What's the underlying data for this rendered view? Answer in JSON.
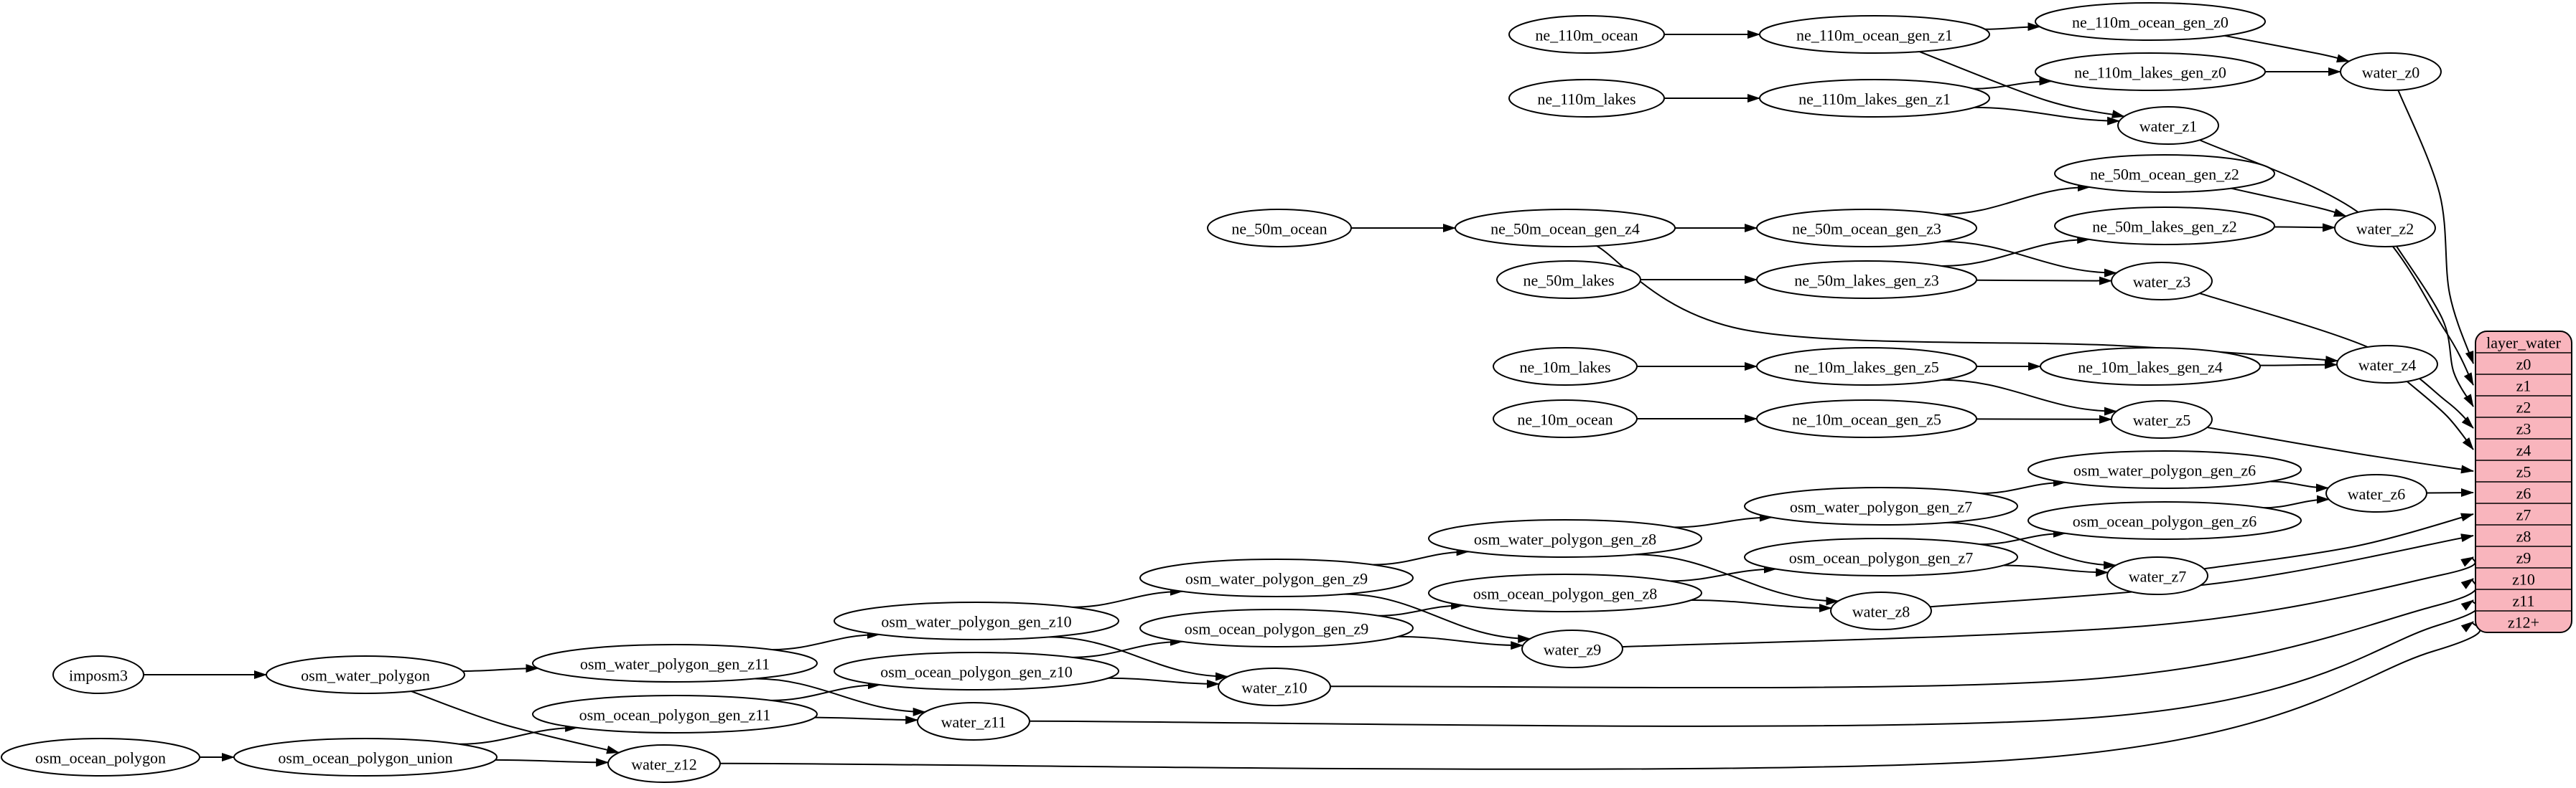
{
  "diagram": {
    "colors": {
      "background": "#ffffff",
      "node_fill": "#ffffff",
      "node_stroke": "#000000",
      "edge_color": "#000000",
      "table_fill": "#f9b5bd",
      "table_stroke": "#000000"
    },
    "nodes": [
      {
        "id": "imposm3",
        "label": "imposm3"
      },
      {
        "id": "osm_water_polygon",
        "label": "osm_water_polygon"
      },
      {
        "id": "osm_water_polygon_gen_z11",
        "label": "osm_water_polygon_gen_z11"
      },
      {
        "id": "osm_water_polygon_gen_z10",
        "label": "osm_water_polygon_gen_z10"
      },
      {
        "id": "osm_water_polygon_gen_z9",
        "label": "osm_water_polygon_gen_z9"
      },
      {
        "id": "osm_water_polygon_gen_z8",
        "label": "osm_water_polygon_gen_z8"
      },
      {
        "id": "osm_water_polygon_gen_z7",
        "label": "osm_water_polygon_gen_z7"
      },
      {
        "id": "osm_water_polygon_gen_z6",
        "label": "osm_water_polygon_gen_z6"
      },
      {
        "id": "osm_ocean_polygon",
        "label": "osm_ocean_polygon"
      },
      {
        "id": "osm_ocean_polygon_union",
        "label": "osm_ocean_polygon_union"
      },
      {
        "id": "osm_ocean_polygon_gen_z11",
        "label": "osm_ocean_polygon_gen_z11"
      },
      {
        "id": "osm_ocean_polygon_gen_z10",
        "label": "osm_ocean_polygon_gen_z10"
      },
      {
        "id": "osm_ocean_polygon_gen_z9",
        "label": "osm_ocean_polygon_gen_z9"
      },
      {
        "id": "osm_ocean_polygon_gen_z8",
        "label": "osm_ocean_polygon_gen_z8"
      },
      {
        "id": "osm_ocean_polygon_gen_z7",
        "label": "osm_ocean_polygon_gen_z7"
      },
      {
        "id": "osm_ocean_polygon_gen_z6",
        "label": "osm_ocean_polygon_gen_z6"
      },
      {
        "id": "ne_110m_ocean",
        "label": "ne_110m_ocean"
      },
      {
        "id": "ne_110m_ocean_gen_z1",
        "label": "ne_110m_ocean_gen_z1"
      },
      {
        "id": "ne_110m_ocean_gen_z0",
        "label": "ne_110m_ocean_gen_z0"
      },
      {
        "id": "ne_110m_lakes",
        "label": "ne_110m_lakes"
      },
      {
        "id": "ne_110m_lakes_gen_z1",
        "label": "ne_110m_lakes_gen_z1"
      },
      {
        "id": "ne_110m_lakes_gen_z0",
        "label": "ne_110m_lakes_gen_z0"
      },
      {
        "id": "ne_50m_ocean",
        "label": "ne_50m_ocean"
      },
      {
        "id": "ne_50m_ocean_gen_z4",
        "label": "ne_50m_ocean_gen_z4"
      },
      {
        "id": "ne_50m_ocean_gen_z3",
        "label": "ne_50m_ocean_gen_z3"
      },
      {
        "id": "ne_50m_ocean_gen_z2",
        "label": "ne_50m_ocean_gen_z2"
      },
      {
        "id": "ne_50m_lakes",
        "label": "ne_50m_lakes"
      },
      {
        "id": "ne_50m_lakes_gen_z3",
        "label": "ne_50m_lakes_gen_z3"
      },
      {
        "id": "ne_50m_lakes_gen_z2",
        "label": "ne_50m_lakes_gen_z2"
      },
      {
        "id": "ne_10m_lakes",
        "label": "ne_10m_lakes"
      },
      {
        "id": "ne_10m_lakes_gen_z5",
        "label": "ne_10m_lakes_gen_z5"
      },
      {
        "id": "ne_10m_lakes_gen_z4",
        "label": "ne_10m_lakes_gen_z4"
      },
      {
        "id": "ne_10m_ocean",
        "label": "ne_10m_ocean"
      },
      {
        "id": "ne_10m_ocean_gen_z5",
        "label": "ne_10m_ocean_gen_z5"
      },
      {
        "id": "water_z0",
        "label": "water_z0"
      },
      {
        "id": "water_z1",
        "label": "water_z1"
      },
      {
        "id": "water_z2",
        "label": "water_z2"
      },
      {
        "id": "water_z3",
        "label": "water_z3"
      },
      {
        "id": "water_z4",
        "label": "water_z4"
      },
      {
        "id": "water_z5",
        "label": "water_z5"
      },
      {
        "id": "water_z6",
        "label": "water_z6"
      },
      {
        "id": "water_z7",
        "label": "water_z7"
      },
      {
        "id": "water_z8",
        "label": "water_z8"
      },
      {
        "id": "water_z9",
        "label": "water_z9"
      },
      {
        "id": "water_z10",
        "label": "water_z10"
      },
      {
        "id": "water_z11",
        "label": "water_z11"
      },
      {
        "id": "water_z12",
        "label": "water_z12"
      }
    ],
    "edges": [
      {
        "from": "ne_110m_ocean",
        "to": "ne_110m_ocean_gen_z1"
      },
      {
        "from": "ne_110m_ocean_gen_z1",
        "to": "ne_110m_ocean_gen_z0"
      },
      {
        "from": "ne_110m_ocean_gen_z1",
        "to": "water_z1"
      },
      {
        "from": "ne_110m_ocean_gen_z0",
        "to": "water_z0"
      },
      {
        "from": "ne_110m_lakes",
        "to": "ne_110m_lakes_gen_z1"
      },
      {
        "from": "ne_110m_lakes_gen_z1",
        "to": "ne_110m_lakes_gen_z0"
      },
      {
        "from": "ne_110m_lakes_gen_z1",
        "to": "water_z1"
      },
      {
        "from": "ne_110m_lakes_gen_z0",
        "to": "water_z0"
      },
      {
        "from": "ne_50m_ocean",
        "to": "ne_50m_ocean_gen_z4"
      },
      {
        "from": "ne_50m_ocean_gen_z4",
        "to": "ne_50m_ocean_gen_z3"
      },
      {
        "from": "ne_50m_ocean_gen_z4",
        "to": "water_z4"
      },
      {
        "from": "ne_50m_ocean_gen_z3",
        "to": "ne_50m_ocean_gen_z2"
      },
      {
        "from": "ne_50m_ocean_gen_z3",
        "to": "water_z3"
      },
      {
        "from": "ne_50m_ocean_gen_z2",
        "to": "water_z2"
      },
      {
        "from": "ne_50m_lakes",
        "to": "ne_50m_lakes_gen_z3"
      },
      {
        "from": "ne_50m_lakes_gen_z3",
        "to": "ne_50m_lakes_gen_z2"
      },
      {
        "from": "ne_50m_lakes_gen_z3",
        "to": "water_z3"
      },
      {
        "from": "ne_50m_lakes_gen_z2",
        "to": "water_z2"
      },
      {
        "from": "ne_10m_lakes",
        "to": "ne_10m_lakes_gen_z5"
      },
      {
        "from": "ne_10m_lakes_gen_z5",
        "to": "ne_10m_lakes_gen_z4"
      },
      {
        "from": "ne_10m_lakes_gen_z5",
        "to": "water_z5"
      },
      {
        "from": "ne_10m_lakes_gen_z4",
        "to": "water_z4"
      },
      {
        "from": "ne_10m_ocean",
        "to": "ne_10m_ocean_gen_z5"
      },
      {
        "from": "ne_10m_ocean_gen_z5",
        "to": "water_z5"
      },
      {
        "from": "imposm3",
        "to": "osm_water_polygon"
      },
      {
        "from": "osm_water_polygon",
        "to": "osm_water_polygon_gen_z11"
      },
      {
        "from": "osm_water_polygon",
        "to": "water_z12"
      },
      {
        "from": "osm_water_polygon_gen_z11",
        "to": "osm_water_polygon_gen_z10"
      },
      {
        "from": "osm_water_polygon_gen_z11",
        "to": "water_z11"
      },
      {
        "from": "osm_water_polygon_gen_z10",
        "to": "osm_water_polygon_gen_z9"
      },
      {
        "from": "osm_water_polygon_gen_z10",
        "to": "water_z10"
      },
      {
        "from": "osm_water_polygon_gen_z9",
        "to": "osm_water_polygon_gen_z8"
      },
      {
        "from": "osm_water_polygon_gen_z9",
        "to": "water_z9"
      },
      {
        "from": "osm_water_polygon_gen_z8",
        "to": "osm_water_polygon_gen_z7"
      },
      {
        "from": "osm_water_polygon_gen_z8",
        "to": "water_z8"
      },
      {
        "from": "osm_water_polygon_gen_z7",
        "to": "osm_water_polygon_gen_z6"
      },
      {
        "from": "osm_water_polygon_gen_z7",
        "to": "water_z7"
      },
      {
        "from": "osm_water_polygon_gen_z6",
        "to": "water_z6"
      },
      {
        "from": "osm_ocean_polygon",
        "to": "osm_ocean_polygon_union"
      },
      {
        "from": "osm_ocean_polygon_union",
        "to": "osm_ocean_polygon_gen_z11"
      },
      {
        "from": "osm_ocean_polygon_union",
        "to": "water_z12"
      },
      {
        "from": "osm_ocean_polygon_gen_z11",
        "to": "osm_ocean_polygon_gen_z10"
      },
      {
        "from": "osm_ocean_polygon_gen_z11",
        "to": "water_z11"
      },
      {
        "from": "osm_ocean_polygon_gen_z10",
        "to": "osm_ocean_polygon_gen_z9"
      },
      {
        "from": "osm_ocean_polygon_gen_z10",
        "to": "water_z10"
      },
      {
        "from": "osm_ocean_polygon_gen_z9",
        "to": "osm_ocean_polygon_gen_z8"
      },
      {
        "from": "osm_ocean_polygon_gen_z9",
        "to": "water_z9"
      },
      {
        "from": "osm_ocean_polygon_gen_z8",
        "to": "osm_ocean_polygon_gen_z7"
      },
      {
        "from": "osm_ocean_polygon_gen_z8",
        "to": "water_z8"
      },
      {
        "from": "osm_ocean_polygon_gen_z7",
        "to": "osm_ocean_polygon_gen_z6"
      },
      {
        "from": "osm_ocean_polygon_gen_z7",
        "to": "water_z7"
      },
      {
        "from": "osm_ocean_polygon_gen_z6",
        "to": "water_z6"
      },
      {
        "from": "water_z0",
        "to": "layer_water:z0"
      },
      {
        "from": "water_z1",
        "to": "layer_water:z1"
      },
      {
        "from": "water_z2",
        "to": "layer_water:z2"
      },
      {
        "from": "water_z3",
        "to": "layer_water:z3"
      },
      {
        "from": "water_z4",
        "to": "layer_water:z4"
      },
      {
        "from": "water_z5",
        "to": "layer_water:z5"
      },
      {
        "from": "water_z6",
        "to": "layer_water:z6"
      },
      {
        "from": "water_z7",
        "to": "layer_water:z7"
      },
      {
        "from": "water_z8",
        "to": "layer_water:z8"
      },
      {
        "from": "water_z9",
        "to": "layer_water:z9"
      },
      {
        "from": "water_z10",
        "to": "layer_water:z10"
      },
      {
        "from": "water_z11",
        "to": "layer_water:z11"
      },
      {
        "from": "water_z12",
        "to": "layer_water:z12+"
      }
    ],
    "table": {
      "id": "layer_water",
      "header": "layer_water",
      "rows": [
        "z0",
        "z1",
        "z2",
        "z3",
        "z4",
        "z5",
        "z6",
        "z7",
        "z8",
        "z9",
        "z10",
        "z11",
        "z12+"
      ]
    }
  }
}
